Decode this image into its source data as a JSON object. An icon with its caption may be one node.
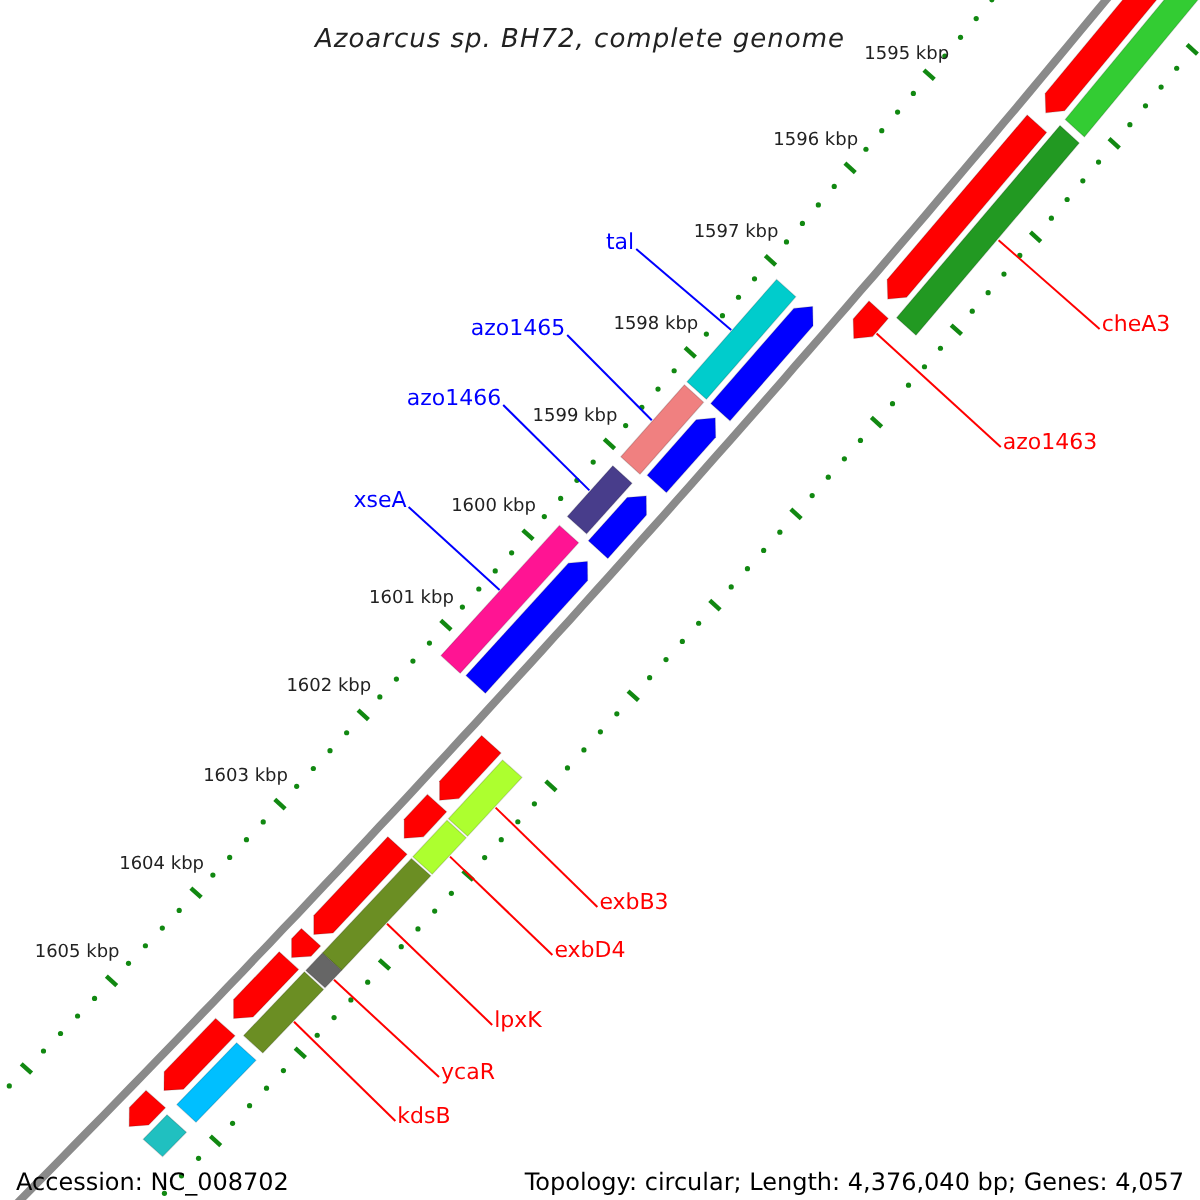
{
  "diagram": {
    "title": "Azoarcus sp. BH72, complete genome",
    "nodes": [
      {
        "text": [
          "tal"
        ]
      },
      {
        "text": [
          "cheA3"
        ]
      },
      {
        "text": [
          "azo1465"
        ]
      },
      {
        "text": [
          "azo1466"
        ]
      },
      {
        "text": [
          "azo1463"
        ]
      },
      {
        "text": [
          "xseA"
        ]
      },
      {
        "text": [
          "exbB3"
        ]
      },
      {
        "text": [
          "exbD4"
        ]
      },
      {
        "text": [
          "lpxK"
        ]
      },
      {
        "text": [
          "ycaR"
        ]
      },
      {
        "text": [
          "kdsB"
        ]
      },
      {
        "text": [],
        "shape": "bar"
      },
      {
        "text": [],
        "shape": "arrow"
      },
      {
        "text": [],
        "shape": "bar"
      },
      {
        "text": [],
        "shape": "arrow"
      },
      {
        "text": [],
        "shape": "arrow"
      },
      {
        "text": [],
        "shape": "arrow"
      },
      {
        "text": [],
        "shape": "bar"
      },
      {
        "text": [],
        "shape": "bar"
      },
      {
        "text": [],
        "shape": "arrow"
      },
      {
        "text": [],
        "shape": "bar"
      },
      {
        "text": [],
        "shape": "arrow"
      },
      {
        "text": [],
        "shape": "bar"
      },
      {
        "text": [],
        "shape": "arrow"
      },
      {
        "text": [],
        "shape": "arrow"
      },
      {
        "text": [],
        "shape": "bar"
      },
      {
        "text": [],
        "shape": "arrow"
      },
      {
        "text": [],
        "shape": "bar"
      },
      {
        "text": [],
        "shape": "bar"
      },
      {
        "text": [],
        "shape": "arrow"
      },
      {
        "text": [],
        "shape": "arrow"
      },
      {
        "text": [],
        "shape": "bar"
      },
      {
        "text": [],
        "shape": "bar"
      },
      {
        "text": [],
        "shape": "arrow"
      },
      {
        "text": [],
        "shape": "arrow"
      },
      {
        "text": [],
        "shape": "bar"
      },
      {
        "text": [],
        "shape": "arrow"
      },
      {
        "text": [],
        "shape": "bar"
      }
    ],
    "edges": [
      {
        "from": 0,
        "to": 17,
        "arrow": "none",
        "color": "#0000ff"
      },
      {
        "from": 1,
        "to": 13,
        "arrow": "none"
      },
      {
        "from": 2,
        "to": 18,
        "arrow": "none",
        "color": "#0000ff"
      },
      {
        "from": 3,
        "to": 20,
        "arrow": "none",
        "color": "#0000ff"
      },
      {
        "from": 4,
        "to": 15,
        "arrow": "none"
      },
      {
        "from": 5,
        "to": 22,
        "arrow": "none",
        "color": "#0000ff"
      },
      {
        "from": 6,
        "to": 25,
        "arrow": "none"
      },
      {
        "from": 7,
        "to": 27,
        "arrow": "none"
      },
      {
        "from": 8,
        "to": 28,
        "arrow": "none"
      },
      {
        "from": 9,
        "to": 31,
        "arrow": "none"
      },
      {
        "from": 10,
        "to": 32,
        "arrow": "none"
      }
    ],
    "labels": [
      "1595 kbp",
      "1596 kbp",
      "1597 kbp",
      "1598 kbp",
      "1599 kbp",
      "1600 kbp",
      "1601 kbp",
      "1602 kbp",
      "1603 kbp",
      "1604 kbp",
      "1605 kbp",
      "Accession: NC_008702",
      "Topology: circular; Length: 4,376,040 bp; Genes: 4,057"
    ]
  }
}
